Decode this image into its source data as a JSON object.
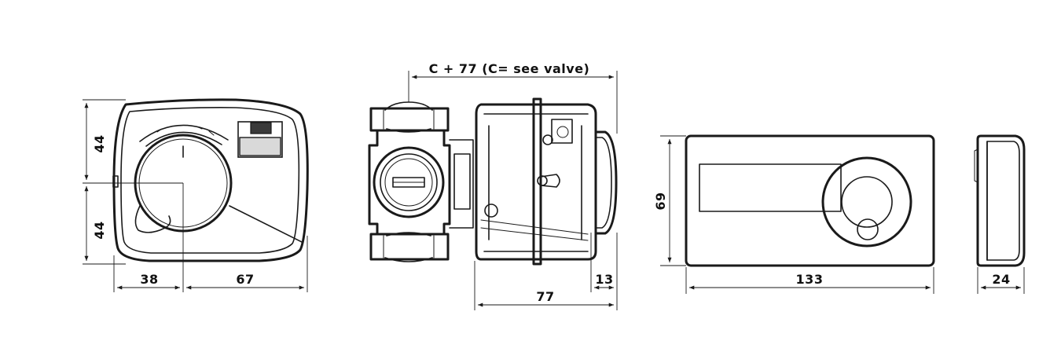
{
  "dimensions": {
    "front_top_height": "44",
    "front_bottom_height": "44",
    "front_left_width": "38",
    "front_right_width": "67",
    "side_overall_label": "C + 77 (C= see valve)",
    "side_knob_offset": "13",
    "side_actuator_depth": "77",
    "display_height": "69",
    "display_width": "133",
    "display_depth": "24"
  }
}
